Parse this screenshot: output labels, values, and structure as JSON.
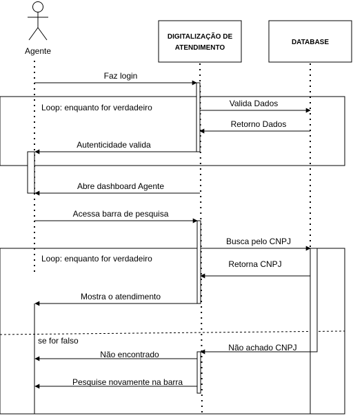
{
  "participants": {
    "actor": "Agente",
    "system": "DIGITALIZAÇÃO DE\nATENDIMENTO",
    "database": "DATABASE"
  },
  "frames": {
    "loop1_label": "Loop: enquanto for verdadeiro",
    "loop2_label": "Loop: enquanto for verdadeiro",
    "alt_label": "se for falso"
  },
  "messages": [
    {
      "id": "m1",
      "label": "Faz login",
      "from": "actor",
      "to": "system",
      "kind": "solid"
    },
    {
      "id": "m2",
      "label": "Valida Dados",
      "from": "system",
      "to": "database",
      "kind": "solid"
    },
    {
      "id": "m3",
      "label": "Retorno Dados",
      "from": "database",
      "to": "system",
      "kind": "solid"
    },
    {
      "id": "m4",
      "label": "Autenticidade valida",
      "from": "system",
      "to": "actor",
      "kind": "solid"
    },
    {
      "id": "m5",
      "label": "Abre dashboard Agente",
      "from": "system",
      "to": "actor",
      "kind": "solid"
    },
    {
      "id": "m6",
      "label": "Acessa barra de pesquisa",
      "from": "actor",
      "to": "system",
      "kind": "solid"
    },
    {
      "id": "m7",
      "label": "Busca pelo CNPJ",
      "from": "system",
      "to": "database",
      "kind": "solid"
    },
    {
      "id": "m8",
      "label": "Retorna CNPJ",
      "from": "database",
      "to": "system",
      "kind": "solid"
    },
    {
      "id": "m9",
      "label": "Mostra o atendimento",
      "from": "system",
      "to": "actor",
      "kind": "solid"
    },
    {
      "id": "m10",
      "label": "Não achado CNPJ",
      "from": "database",
      "to": "system",
      "kind": "solid"
    },
    {
      "id": "m11",
      "label": "Não encontrado",
      "from": "system",
      "to": "actor",
      "kind": "solid"
    },
    {
      "id": "m12",
      "label": "Pesquise novamente na barra",
      "from": "system",
      "to": "actor",
      "kind": "solid"
    }
  ]
}
